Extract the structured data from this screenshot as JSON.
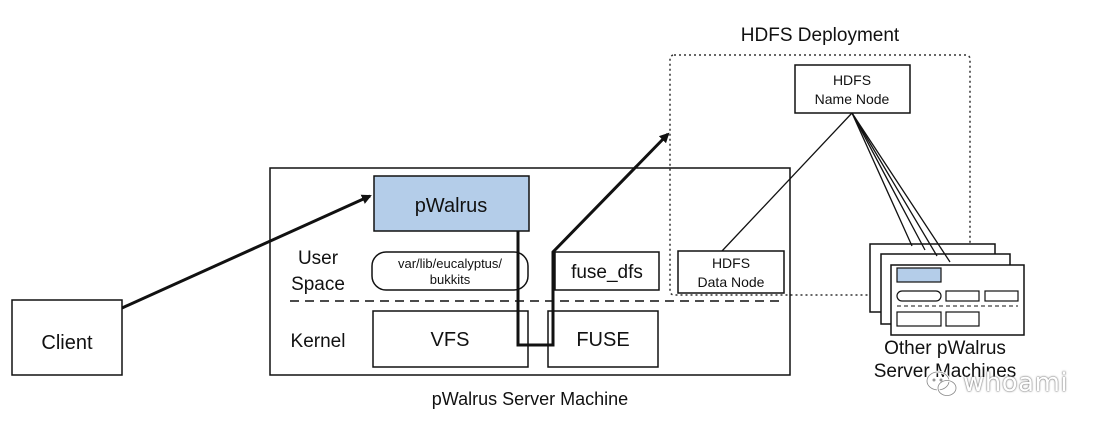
{
  "labels": {
    "hdfs_deployment": "HDFS Deployment",
    "name_node_line1": "HDFS",
    "name_node_line2": "Name Node",
    "pwalrus": "pWalrus",
    "user_space_line1": "User",
    "user_space_line2": "Space",
    "bukkits_line1": "var/lib/eucalyptus/",
    "bukkits_line2": "bukkits",
    "fuse_dfs": "fuse_dfs",
    "data_node_line1": "HDFS",
    "data_node_line2": "Data Node",
    "kernel": "Kernel",
    "vfs": "VFS",
    "fuse": "FUSE",
    "client": "Client",
    "server_machine": "pWalrus Server Machine",
    "other_line1": "Other pWalrus",
    "other_line2": "Server Machines",
    "watermark": "whoami"
  },
  "colors": {
    "pwalrus_fill": "#b4cde9",
    "stroke": "#111111"
  }
}
